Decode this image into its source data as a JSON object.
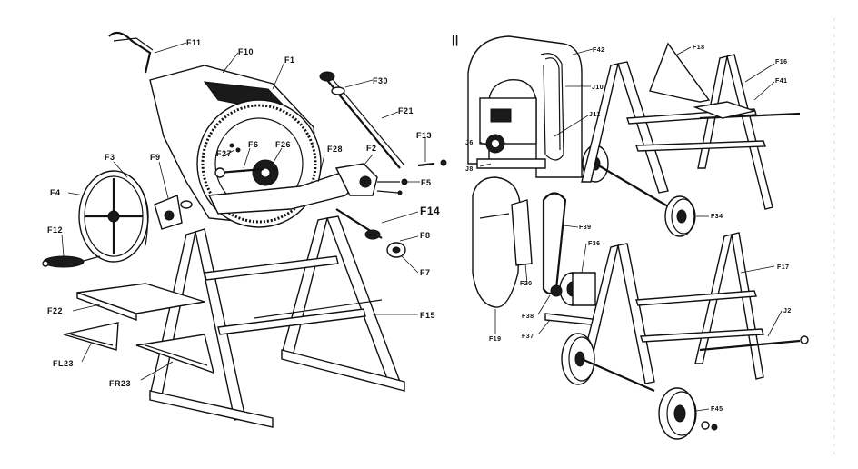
{
  "left_labels": {
    "F11": "F11",
    "F10": "F10",
    "F1": "F1",
    "F30": "F30",
    "F21": "F21",
    "F13": "F13",
    "F3": "F3",
    "F27": "F27",
    "F6": "F6",
    "F26": "F26",
    "F28": "F28",
    "F2": "F2",
    "F9": "F9",
    "F5": "F5",
    "F4": "F4",
    "F14": "F14",
    "F8": "F8",
    "F12": "F12",
    "F7": "F7",
    "F22": "F22",
    "F15": "F15",
    "FL23": "FL23",
    "FR23": "FR23"
  },
  "right_labels": {
    "F42": "F42",
    "J10": "J10",
    "J11": "J11",
    "J6": "J6",
    "J8": "J8",
    "F18": "F18",
    "F16": "F16",
    "F41": "F41",
    "F34": "F34",
    "F39": "F39",
    "F20": "F20",
    "F19": "F19",
    "F36": "F36",
    "F38": "F38",
    "F37": "F37",
    "F17": "F17",
    "J2": "J2",
    "F45": "F45"
  },
  "separator": "||"
}
